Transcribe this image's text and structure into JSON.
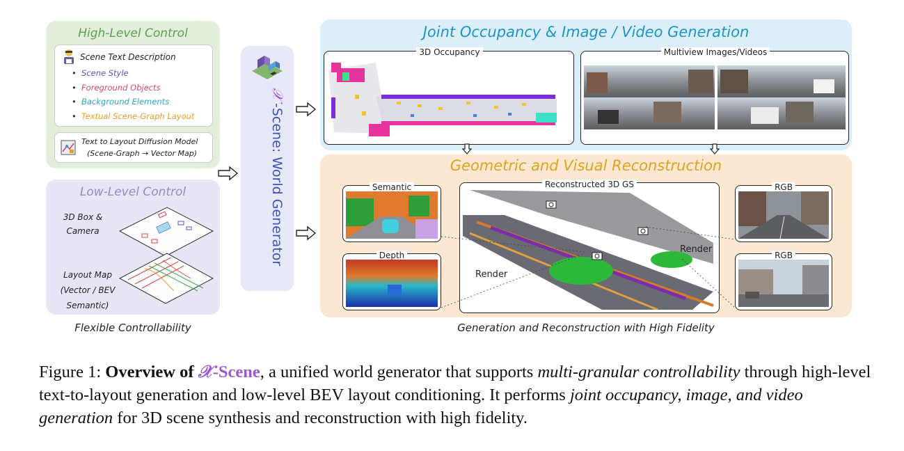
{
  "left": {
    "high_level": {
      "title": "High-Level Control",
      "scene_text_title": "Scene Text Description",
      "items": [
        {
          "label": "Scene Style",
          "color": "#5a4fc7"
        },
        {
          "label": "Foreground Objects",
          "color": "#d2457a"
        },
        {
          "label": "Background Elements",
          "color": "#2fa0c4"
        },
        {
          "label": "Textual Scene-Graph Layout",
          "color": "#e39a2a"
        }
      ],
      "layout_model_line1": "Text to Layout Diffusion Model",
      "layout_model_line2": "(Scene-Graph → Vector Map)"
    },
    "low_level": {
      "title": "Low-Level Control",
      "box_label_1": "3D Box &",
      "box_label_2": "Camera",
      "layout_label_1": "Layout Map",
      "layout_label_2": "(Vector / BEV",
      "layout_label_3": "Semantic)"
    },
    "caption": "Flexible Controllability"
  },
  "generator": {
    "name_symbol": "𝒳",
    "name_rest": "-Scene: World Generator",
    "colors": {
      "symbol": "#a04fd2",
      "text": "#3f52b8"
    }
  },
  "joint": {
    "title": "Joint Occupancy & Image / Video Generation",
    "occupancy_label": "3D Occupancy",
    "multiview_label": "Multiview Images/Videos"
  },
  "reconstruction": {
    "title": "Geometric and Visual Reconstruction",
    "semantic_label": "Semantic",
    "depth_label": "Depth",
    "gs_label": "Reconstructed 3D GS",
    "rgb_label_1": "RGB",
    "rgb_label_2": "RGB",
    "render_label_1": "Render",
    "render_label_2": "Render",
    "caption": "Generation and Reconstruction with High Fidelity"
  },
  "figure_caption": {
    "prefix": "Figure 1: ",
    "bold_overview": "Overview of ",
    "bold_symbol": "𝒳",
    "bold_scene": "-Scene",
    "part1": ", a unified world generator that supports ",
    "italic1": "multi-granular controllability",
    "part2": " through high-level text-to-layout generation and low-level BEV layout conditioning. It performs ",
    "italic2": "joint occupancy, image, and video generation",
    "part3": " for 3D scene synthesis and reconstruction with high fidelity."
  }
}
